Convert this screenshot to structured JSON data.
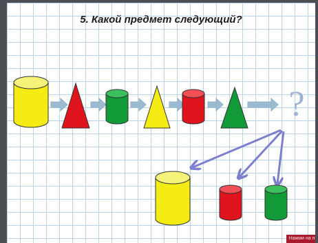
{
  "slide": {
    "title": "5. Какой предмет следующий?",
    "question_mark": "?",
    "hint_label": "Нажми на предм"
  },
  "colors": {
    "yellow": "#f4ec12",
    "red": "#e0141c",
    "green": "#129a38",
    "arrow": "#9bbbd0",
    "pointer_arrow": "#7b7fce",
    "question": "#9fb2d4"
  },
  "sequence": [
    {
      "shape": "cylinder",
      "color": "yellow",
      "size": "large"
    },
    {
      "shape": "cone",
      "color": "red",
      "size": "medium"
    },
    {
      "shape": "cylinder",
      "color": "green",
      "size": "small"
    },
    {
      "shape": "cone",
      "color": "yellow",
      "size": "medium"
    },
    {
      "shape": "cylinder",
      "color": "red",
      "size": "small"
    },
    {
      "shape": "cone",
      "color": "green",
      "size": "medium"
    }
  ],
  "answer_options": [
    {
      "shape": "cylinder",
      "color": "yellow",
      "size": "large"
    },
    {
      "shape": "cylinder",
      "color": "red",
      "size": "small"
    },
    {
      "shape": "cylinder",
      "color": "green",
      "size": "small"
    }
  ]
}
